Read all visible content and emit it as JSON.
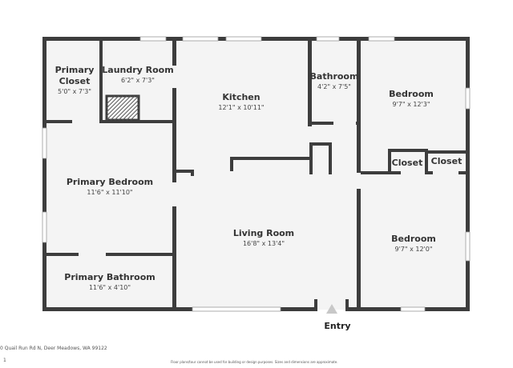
{
  "rooms": {
    "primary_closet": {
      "name_line1": "Primary",
      "name_line2": "Closet",
      "dims": "5'0\" x 7'3\""
    },
    "laundry": {
      "name": "Laundry Room",
      "dims": "6'2\" x 7'3\""
    },
    "kitchen": {
      "name": "Kitchen",
      "dims": "12'1\" x 10'11\""
    },
    "bathroom": {
      "name": "Bathroom",
      "dims": "4'2\" x 7'5\""
    },
    "bedroom_top": {
      "name": "Bedroom",
      "dims": "9'7\" x 12'3\""
    },
    "closet_left": {
      "name": "Closet"
    },
    "closet_right": {
      "name": "Closet"
    },
    "primary_bedroom": {
      "name": "Primary Bedroom",
      "dims": "11'6\" x 11'10\""
    },
    "living_room": {
      "name": "Living Room",
      "dims": "16'8\" x 13'4\""
    },
    "bedroom_bottom": {
      "name": "Bedroom",
      "dims": "9'7\" x 12'0\""
    },
    "primary_bathroom": {
      "name": "Primary Bathroom",
      "dims": "11'6\" x 4'10\""
    }
  },
  "entry_label": "Entry",
  "footer": {
    "address": "0 Quail Run Rd N, Deer Meadows, WA 99122",
    "page": "1",
    "disclaimer": "Floor plans/tour cannot be used for building or design purposes. Sizes and dimensions are approximate."
  },
  "colors": {
    "wall": "#3d3d3d",
    "floor": "#f4f4f4",
    "window": "#ffffff",
    "entry_arrow": "#c8c8c8"
  }
}
